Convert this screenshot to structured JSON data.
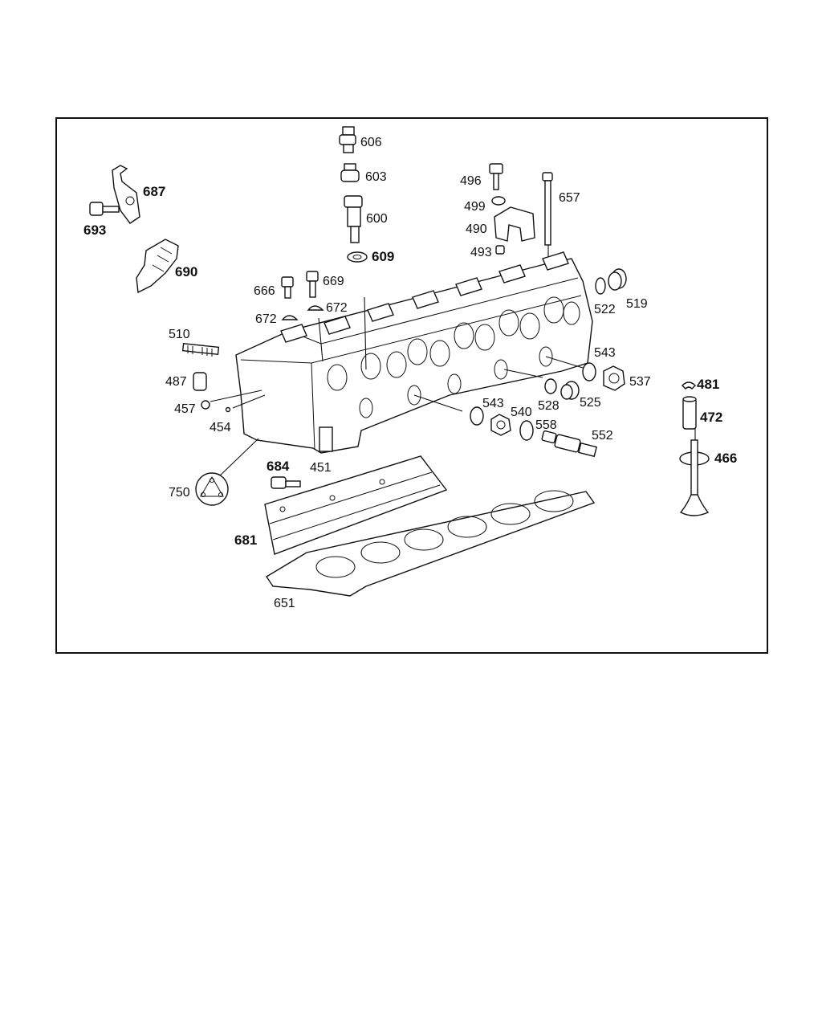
{
  "callouts": [
    {
      "id": "606",
      "bold": false
    },
    {
      "id": "603",
      "bold": false
    },
    {
      "id": "600",
      "bold": false
    },
    {
      "id": "609",
      "bold": true
    },
    {
      "id": "687",
      "bold": true
    },
    {
      "id": "693",
      "bold": true
    },
    {
      "id": "690",
      "bold": true
    },
    {
      "id": "496",
      "bold": false
    },
    {
      "id": "499",
      "bold": false
    },
    {
      "id": "490",
      "bold": false
    },
    {
      "id": "493",
      "bold": false
    },
    {
      "id": "657",
      "bold": false
    },
    {
      "id": "666",
      "bold": false
    },
    {
      "id": "669",
      "bold": false
    },
    {
      "id": "672",
      "bold": false
    },
    {
      "id": "672",
      "bold": false
    },
    {
      "id": "522",
      "bold": false
    },
    {
      "id": "519",
      "bold": false
    },
    {
      "id": "510",
      "bold": false
    },
    {
      "id": "543",
      "bold": false
    },
    {
      "id": "487",
      "bold": false
    },
    {
      "id": "537",
      "bold": false
    },
    {
      "id": "481",
      "bold": true
    },
    {
      "id": "457",
      "bold": false
    },
    {
      "id": "528",
      "bold": false
    },
    {
      "id": "525",
      "bold": false
    },
    {
      "id": "543",
      "bold": false
    },
    {
      "id": "540",
      "bold": false
    },
    {
      "id": "454",
      "bold": false
    },
    {
      "id": "472",
      "bold": true
    },
    {
      "id": "558",
      "bold": false
    },
    {
      "id": "552",
      "bold": false
    },
    {
      "id": "466",
      "bold": true
    },
    {
      "id": "684",
      "bold": true
    },
    {
      "id": "451",
      "bold": false
    },
    {
      "id": "750",
      "bold": false
    },
    {
      "id": "681",
      "bold": true
    },
    {
      "id": "651",
      "bold": false
    }
  ]
}
